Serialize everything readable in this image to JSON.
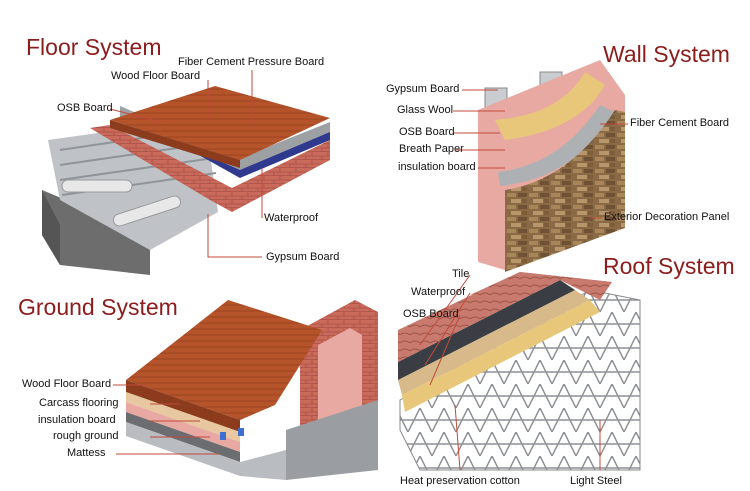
{
  "floor": {
    "title": "Floor System",
    "labels": {
      "fiber_cement": "Fiber Cement Pressure Board",
      "wood_floor": "Wood Floor Board",
      "osb": "OSB Board",
      "waterproof": "Waterproof",
      "gypsum": "Gypsum Board"
    }
  },
  "wall": {
    "title": "Wall System",
    "labels": {
      "gypsum": "Gypsum Board",
      "glass_wool": "Glass Wool",
      "osb": "OSB Board",
      "breath_paper": "Breath Paper",
      "insulation": "insulation board",
      "fiber_cement": "Fiber Cement Board",
      "exterior": "Exterior Decoration Panel"
    }
  },
  "ground": {
    "title": "Ground System",
    "labels": {
      "wood_floor": "Wood Floor Board",
      "carcass": "Carcass flooring",
      "insulation": "insulation board",
      "rough": "rough ground",
      "mattess": "Mattess"
    }
  },
  "roof": {
    "title": "Roof System",
    "labels": {
      "tile": "Tile",
      "waterproof": "Waterproof",
      "osb": "OSB Board",
      "heat": "Heat preservation cotton",
      "light_steel": "Light Steel"
    }
  },
  "colors": {
    "title": "#8b1d1d",
    "wood": "#b5532a",
    "brick": "#c96a5a",
    "waterproof": "#2f3a8f",
    "insulation": "#e7a9a2",
    "steel": "#b9bcc0",
    "stone": "#8a6a45"
  }
}
